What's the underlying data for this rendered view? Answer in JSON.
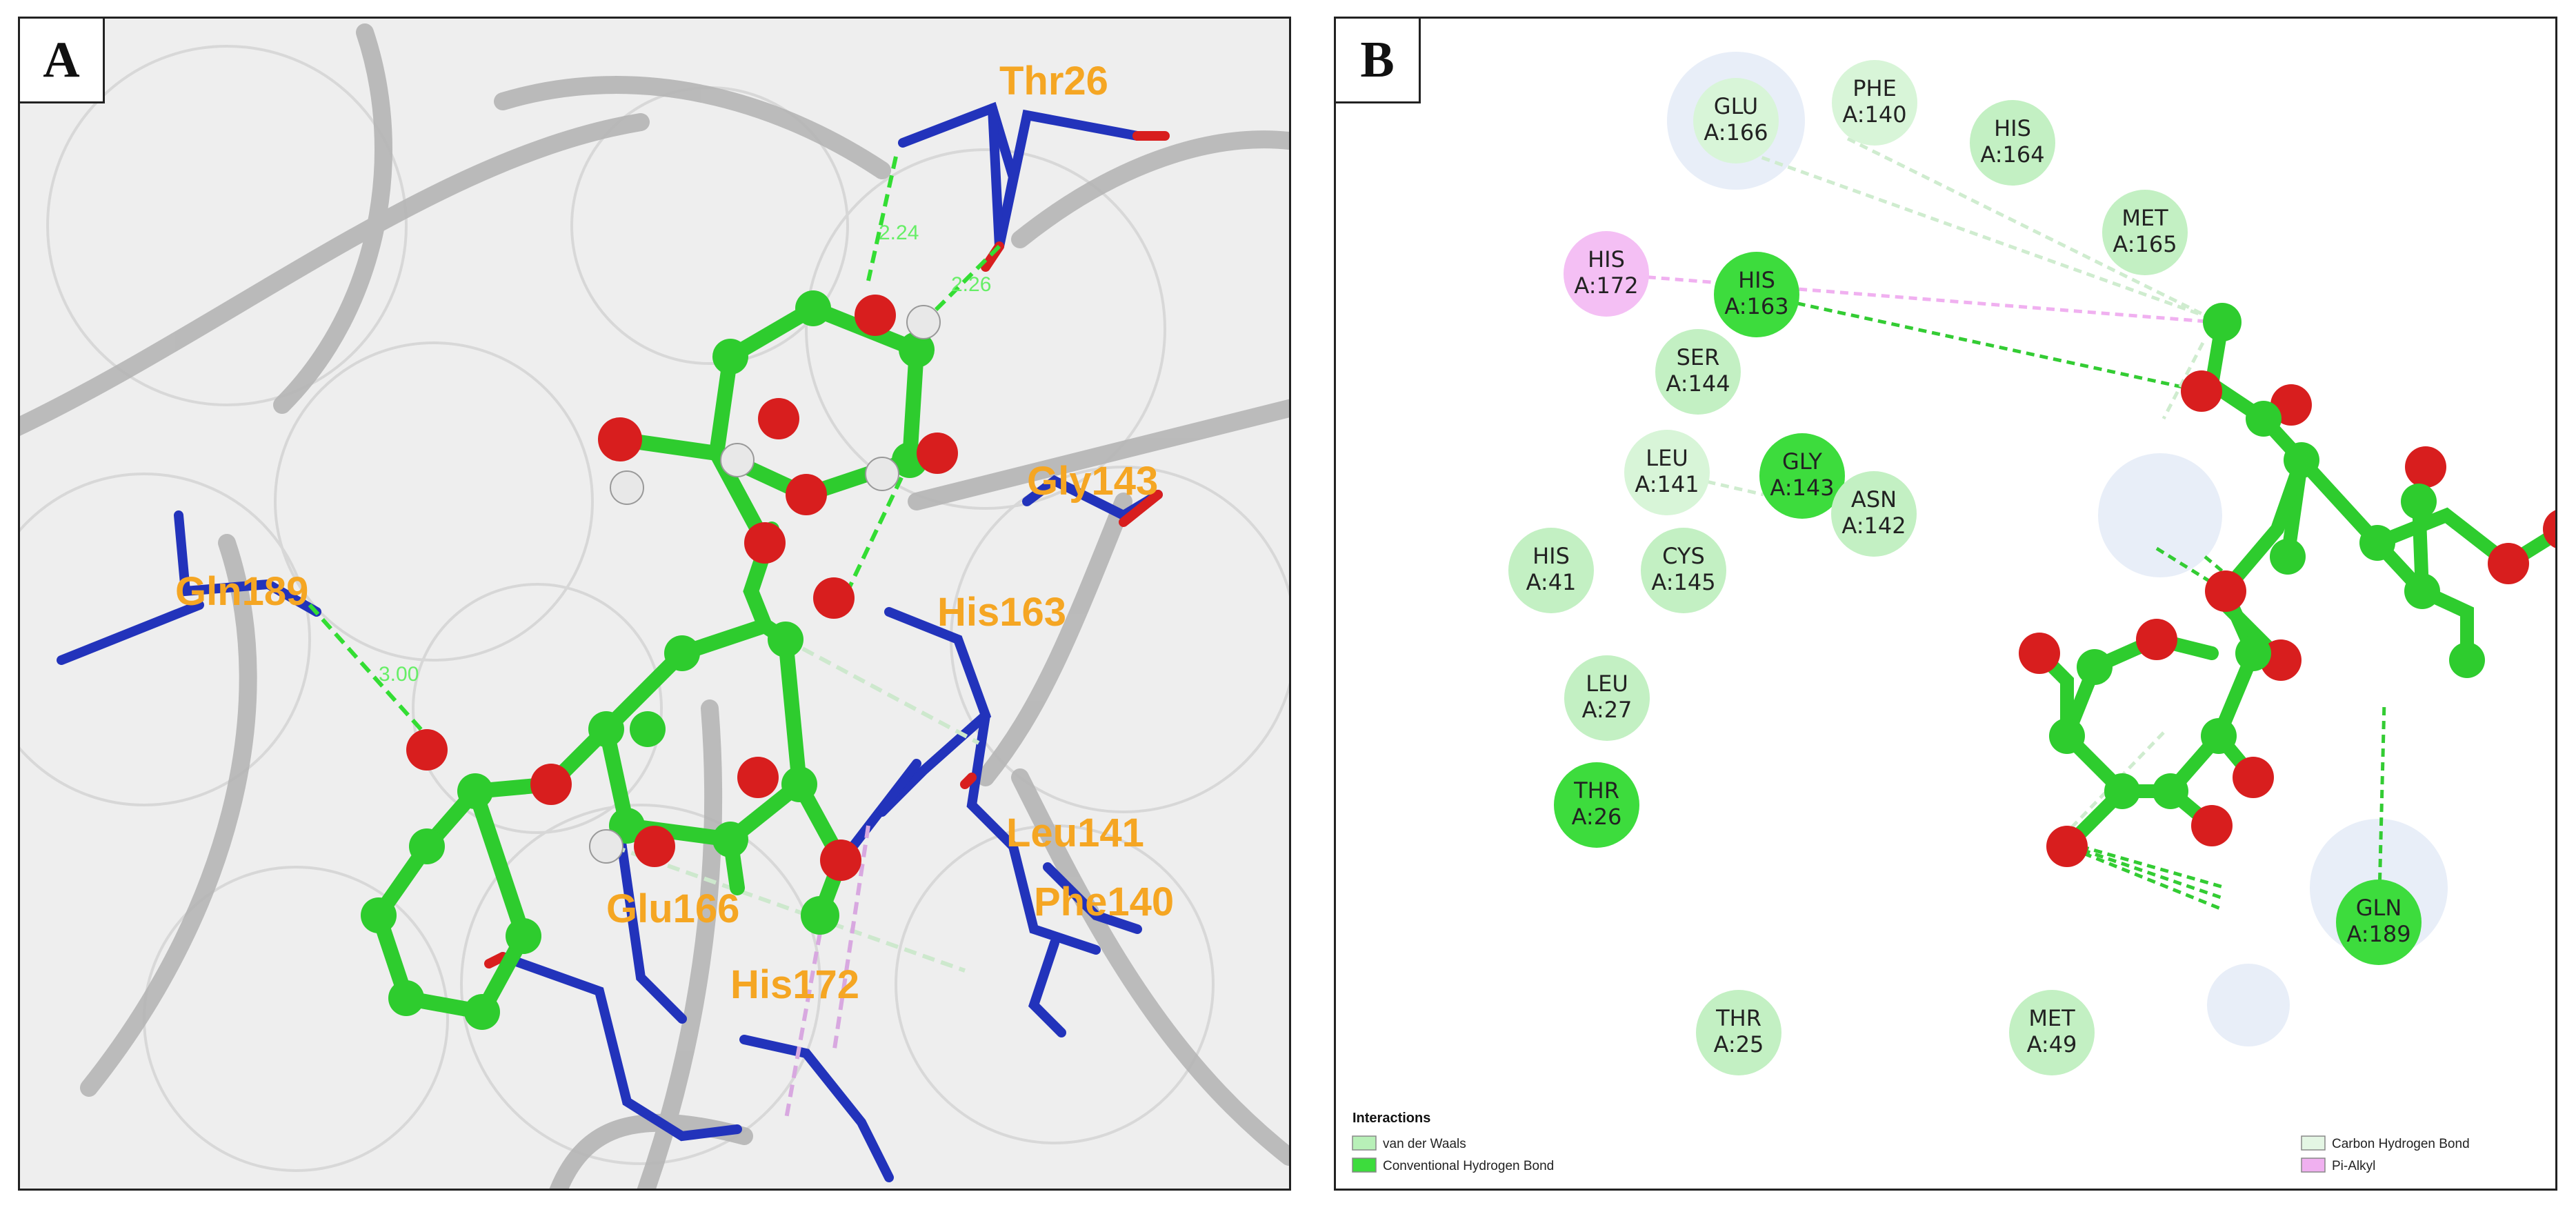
{
  "panels": {
    "a": {
      "label": "A",
      "residues": [
        "Thr26",
        "Gly143",
        "Gln189",
        "His163",
        "Leu141",
        "Phe140",
        "Glu166",
        "His172"
      ],
      "distances": [
        "2.24",
        "2.26",
        "3.00"
      ]
    },
    "b": {
      "label": "B",
      "residues": [
        {
          "name": "GLU",
          "id": "A:166",
          "type": "vdw"
        },
        {
          "name": "PHE",
          "id": "A:140",
          "type": "vdw"
        },
        {
          "name": "HIS",
          "id": "A:164",
          "type": "vdw"
        },
        {
          "name": "MET",
          "id": "A:165",
          "type": "vdw"
        },
        {
          "name": "HIS",
          "id": "A:172",
          "type": "pialkyl"
        },
        {
          "name": "HIS",
          "id": "A:163",
          "type": "hbond"
        },
        {
          "name": "SER",
          "id": "A:144",
          "type": "vdw"
        },
        {
          "name": "LEU",
          "id": "A:141",
          "type": "vdw"
        },
        {
          "name": "GLY",
          "id": "A:143",
          "type": "hbond"
        },
        {
          "name": "ASN",
          "id": "A:142",
          "type": "vdw"
        },
        {
          "name": "HIS",
          "id": "A:41",
          "type": "vdw"
        },
        {
          "name": "CYS",
          "id": "A:145",
          "type": "vdw"
        },
        {
          "name": "LEU",
          "id": "A:27",
          "type": "vdw"
        },
        {
          "name": "THR",
          "id": "A:26",
          "type": "hbond"
        },
        {
          "name": "GLN",
          "id": "A:189",
          "type": "hbond"
        },
        {
          "name": "THR",
          "id": "A:25",
          "type": "vdw"
        },
        {
          "name": "MET",
          "id": "A:49",
          "type": "vdw"
        }
      ],
      "legend": {
        "title": "Interactions",
        "items": [
          "van der Waals",
          "Conventional Hydrogen Bond",
          "Carbon Hydrogen Bond",
          "Pi-Alkyl"
        ]
      }
    }
  },
  "colors": {
    "carbon": "#2ecc2e",
    "oxygen": "#d81e1e",
    "hydrogen": "#e8e8e8",
    "protein_stick": "#2233bb",
    "residue_label": "#f5a623",
    "vdw": "#b8f0b8",
    "hbond": "#3ddc3d",
    "carbon_hbond": "#e4f6e4",
    "pi_alkyl": "#f0b0f0"
  }
}
